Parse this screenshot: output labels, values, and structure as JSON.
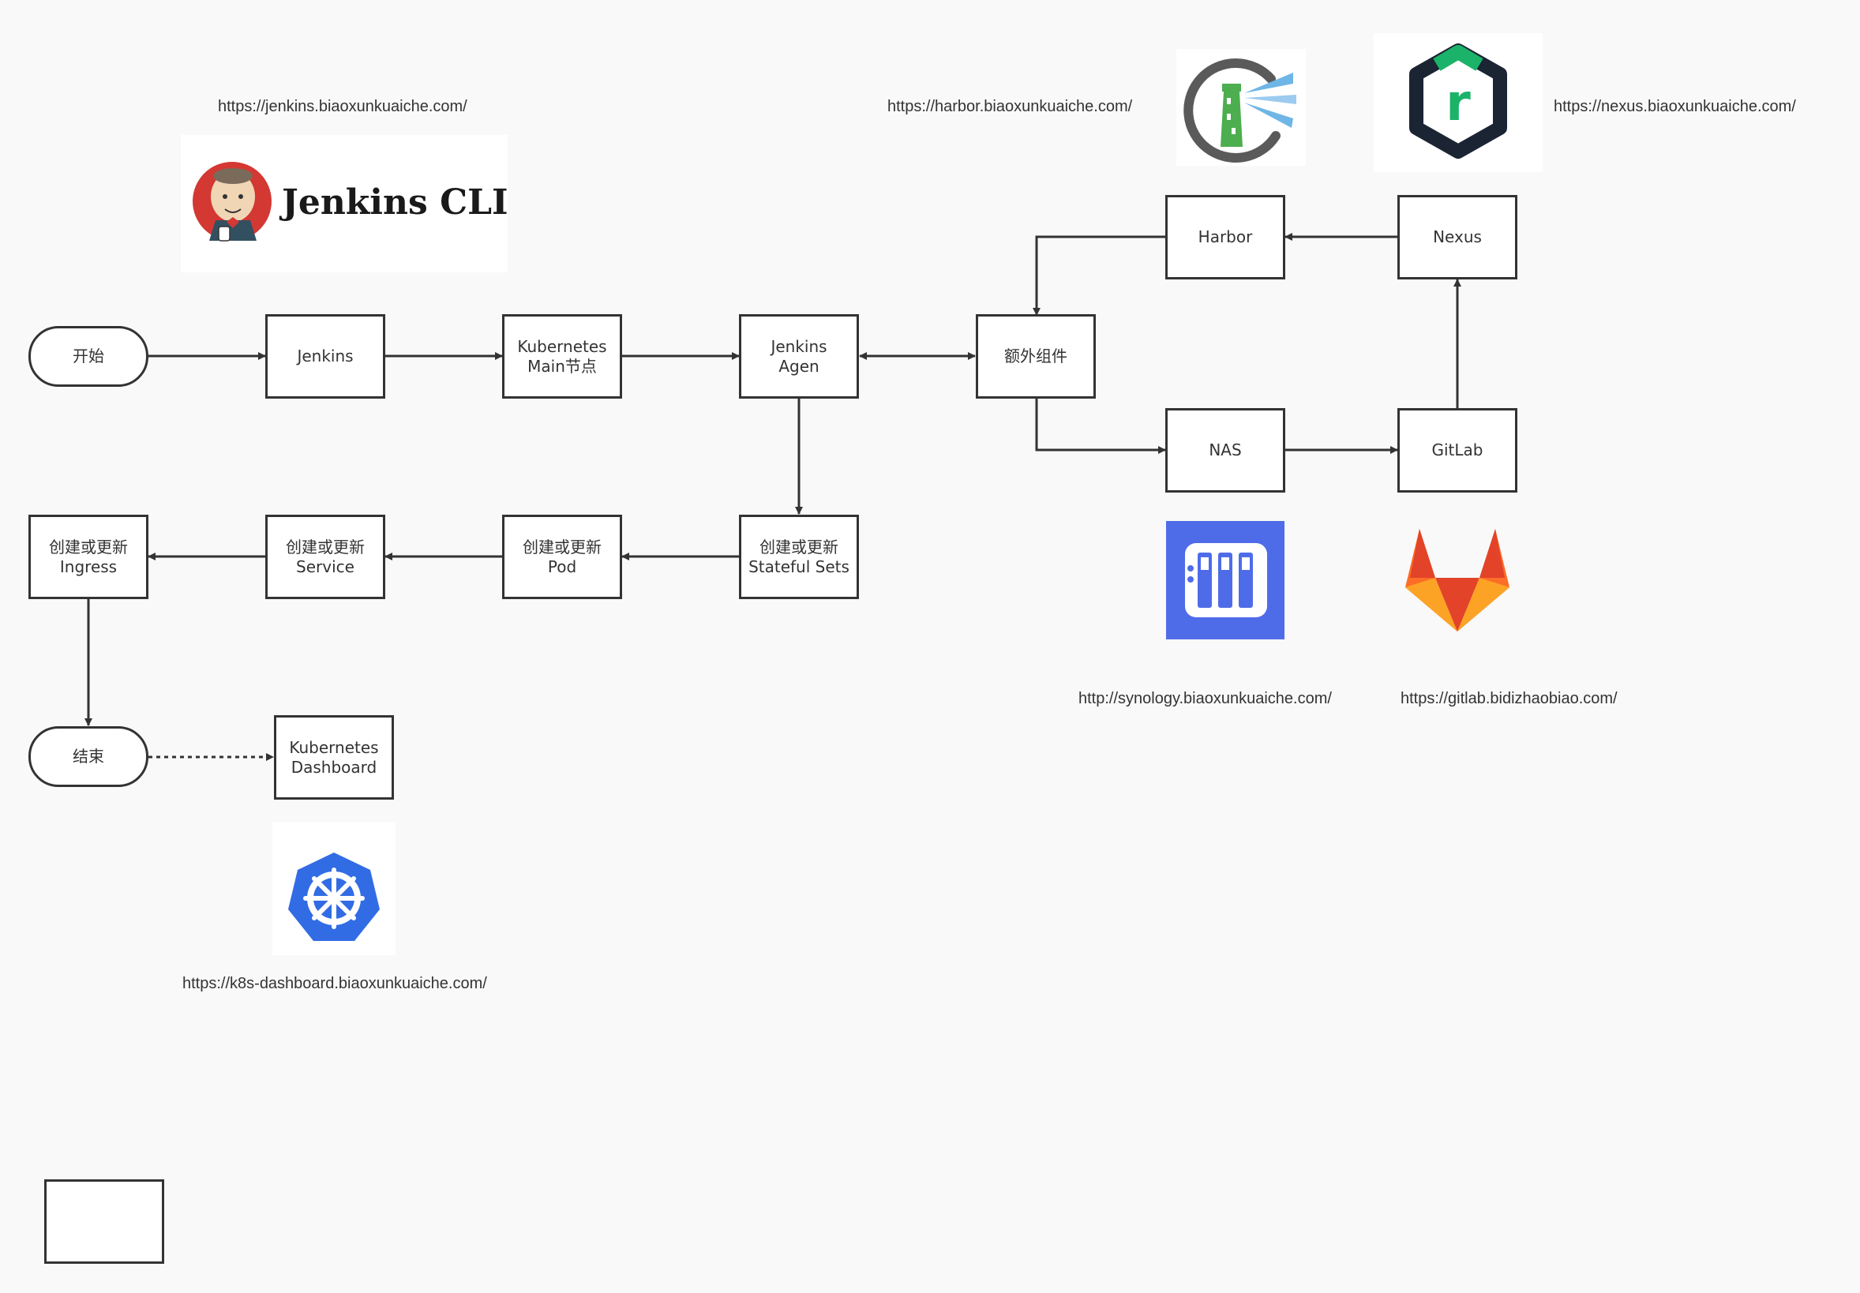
{
  "nodes": {
    "start": "开始",
    "jenkins": "Jenkins",
    "k8s_main_l1": "Kubernetes",
    "k8s_main_l2": "Main节点",
    "agent_l1": "Jenkins",
    "agent_l2": "Agen",
    "extra": "额外组件",
    "harbor": "Harbor",
    "nexus": "Nexus",
    "nas": "NAS",
    "gitlab": "GitLab",
    "ss_l1": "创建或更新",
    "ss_l2": "Stateful Sets",
    "pod_l1": "创建或更新",
    "pod_l2": "Pod",
    "svc_l1": "创建或更新",
    "svc_l2": "Service",
    "ing_l1": "创建或更新",
    "ing_l2": "Ingress",
    "end": "结束",
    "dash_l1": "Kubernetes",
    "dash_l2": "Dashboard"
  },
  "urls": {
    "jenkins": "https://jenkins.biaoxunkuaiche.com/",
    "harbor": "https://harbor.biaoxunkuaiche.com/",
    "nexus": "https://nexus.biaoxunkuaiche.com/",
    "synology": "http://synology.biaoxunkuaiche.com/",
    "gitlab": "https://gitlab.bidizhaobiao.com/",
    "k8s_dashboard": "https://k8s-dashboard.biaoxunkuaiche.com/"
  },
  "logos": {
    "jenkins_cli": "Jenkins CLI",
    "nexus_letter": "r"
  },
  "colors": {
    "line": "#333333",
    "harbor_green": "#4cae4f",
    "harbor_ring": "#5a5a5a",
    "harbor_beam": "#6fb6e6",
    "nexus_green": "#1bb36a",
    "nexus_dark": "#1b2433",
    "synology_bg": "#4f6ce8",
    "k8s_blue": "#326ce5",
    "gitlab_orange": "#fc6d26",
    "gitlab_red": "#e24329",
    "gitlab_yellow": "#fca326",
    "jenkins_red": "#d33833"
  }
}
